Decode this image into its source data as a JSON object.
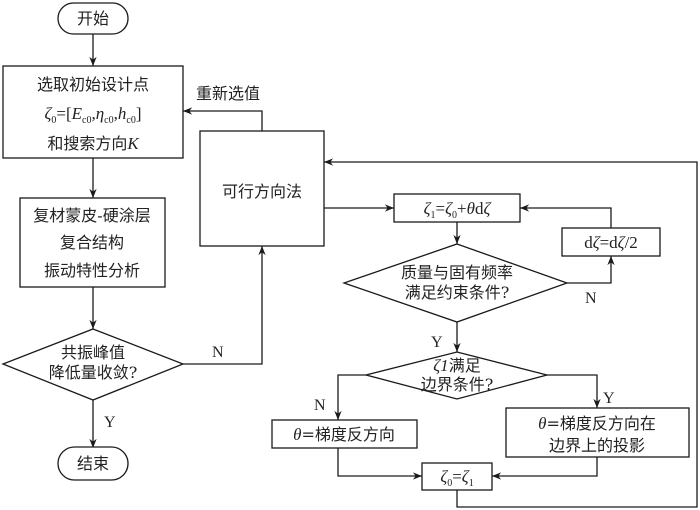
{
  "diagram": {
    "start": {
      "label": "开始"
    },
    "end": {
      "label": "结束"
    },
    "init_box": {
      "line1": "选取初始设计点",
      "line2": "ζ0=[Ec0,ηc0,hc0]",
      "line3_text": "和搜索方向",
      "line3_var": "K"
    },
    "analysis_box": {
      "line1": "复材蒙皮-硬涂层",
      "line2": "复合结构",
      "line3": "振动特性分析"
    },
    "converge_decision": {
      "line1": "共振峰值",
      "line2": "降低量收敛?"
    },
    "feasible_box": {
      "label": "可行方向法"
    },
    "reselect_label": "重新选值",
    "update_box": {
      "label": "ζ1=ζ0+θdζ"
    },
    "halve_box": {
      "label": "dζ=dζ/2"
    },
    "constraint_decision": {
      "line1": "质量与固有频率",
      "line2": "满足约束条件?"
    },
    "boundary_decision": {
      "line1_var": "ζ1",
      "line1_text": "满足",
      "line2": "边界条件?"
    },
    "gradient_box": {
      "var": "θ",
      "text": "=梯度反方向"
    },
    "projection_box": {
      "var": "θ",
      "line1_text": "=梯度反方向在",
      "line2": "边界上的投影"
    },
    "assign_box": {
      "label": "ζ0=ζ1"
    },
    "edge_labels": {
      "converge_no": "N",
      "converge_yes": "Y",
      "constraint_no": "N",
      "constraint_yes": "Y",
      "boundary_no": "N",
      "boundary_yes": "Y"
    }
  }
}
